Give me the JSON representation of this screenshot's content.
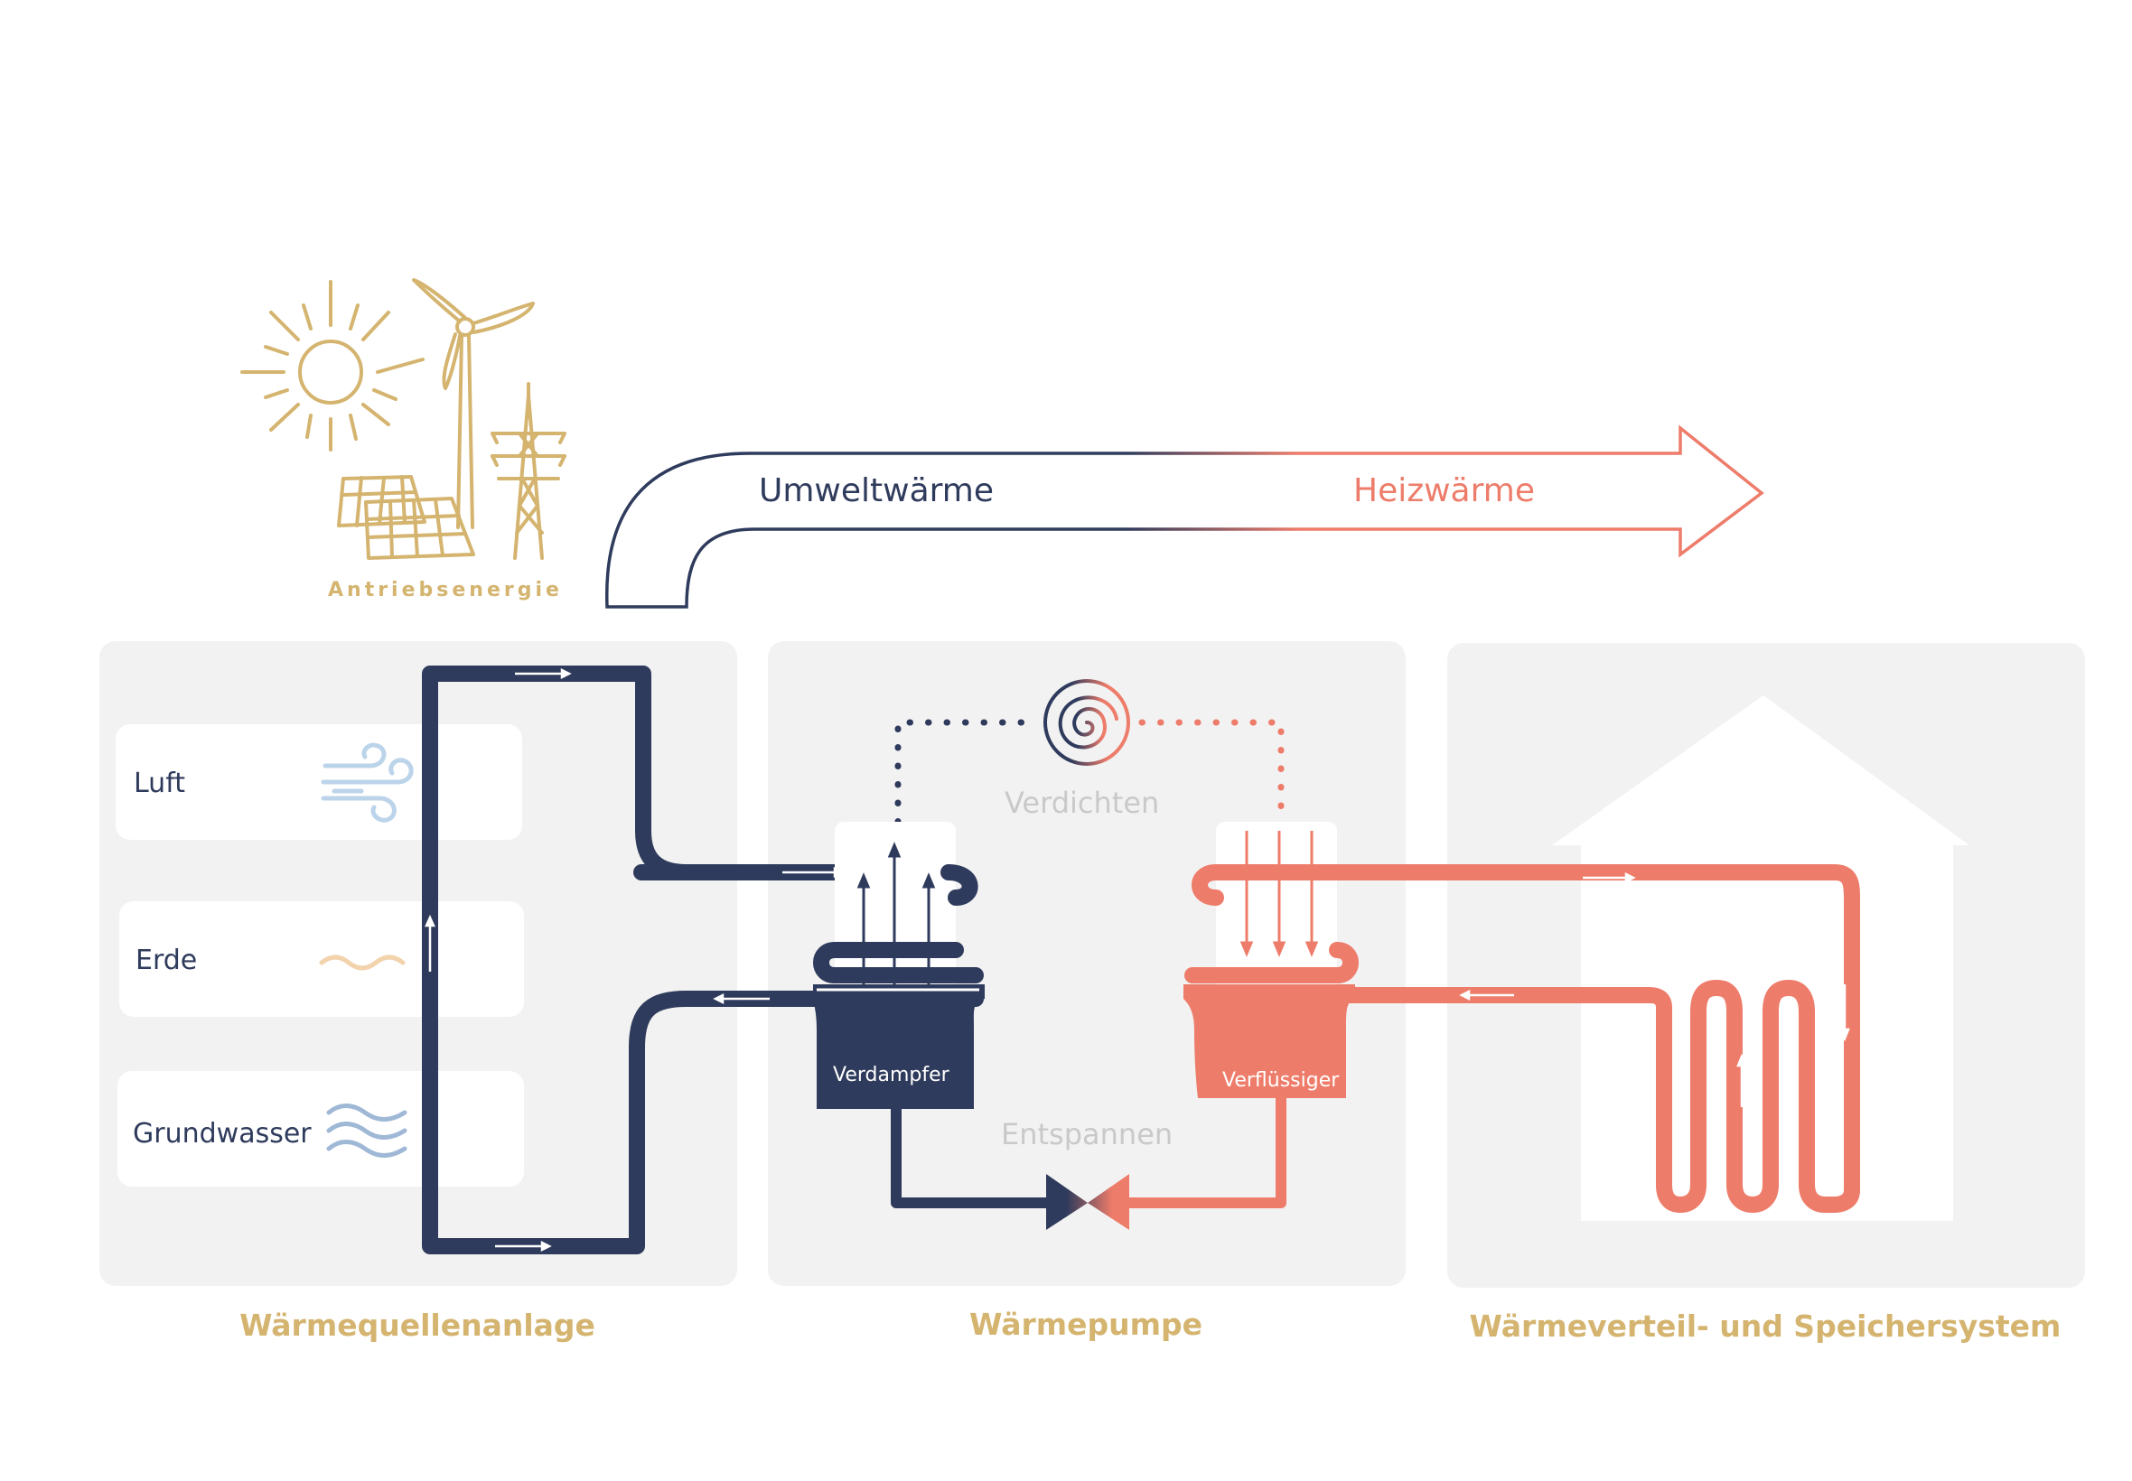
{
  "colors": {
    "navy": "#2f3b5c",
    "coral": "#ee7c6a",
    "gold": "#d4b46f",
    "panel": "#f2f2f2",
    "light_text": "#c9c9c9"
  },
  "energy_source": {
    "label": "Antriebsenergie",
    "icons": [
      "sun-icon",
      "wind-turbine-icon",
      "solar-panel-icon",
      "power-pylon-icon"
    ]
  },
  "flow_arrow": {
    "left_label": "Umweltwärme",
    "right_label": "Heizwärme"
  },
  "panels": {
    "source": {
      "title": "Wärmequellenanlage",
      "sources": [
        {
          "label": "Luft",
          "icon": "wind-icon"
        },
        {
          "label": "Erde",
          "icon": "earth-wave-icon"
        },
        {
          "label": "Grundwasser",
          "icon": "water-waves-icon"
        }
      ]
    },
    "pump": {
      "title": "Wärmepumpe",
      "compress_label": "Verdichten",
      "expand_label": "Entspannen",
      "evaporator_label": "Verdampfer",
      "condenser_label": "Verflüssiger",
      "icons": [
        "compressor-spiral-icon",
        "expansion-valve-icon"
      ]
    },
    "distribution": {
      "title": "Wärmeverteil- und Speichersystem",
      "icons": [
        "house-icon",
        "floor-heating-coil-icon"
      ]
    }
  }
}
